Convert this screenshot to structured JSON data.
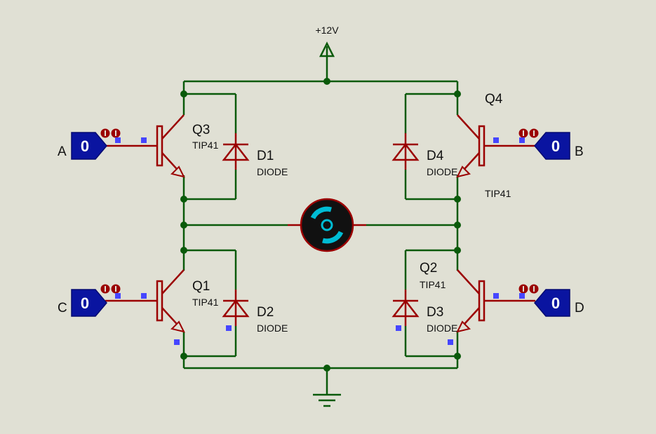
{
  "supply_label": "+12V",
  "transistors": [
    {
      "ref": "Q3",
      "value": "TIP41"
    },
    {
      "ref": "Q4",
      "value": "TIP41"
    },
    {
      "ref": "Q1",
      "value": "TIP41"
    },
    {
      "ref": "Q2",
      "value": "TIP41"
    }
  ],
  "diodes": [
    {
      "ref": "D1",
      "value": "DIODE"
    },
    {
      "ref": "D4",
      "value": "DIODE"
    },
    {
      "ref": "D2",
      "value": "DIODE"
    },
    {
      "ref": "D3",
      "value": "DIODE"
    }
  ],
  "inputs": [
    {
      "name": "A",
      "state": "0"
    },
    {
      "name": "B",
      "state": "0"
    },
    {
      "name": "C",
      "state": "0"
    },
    {
      "name": "D",
      "state": "0"
    }
  ],
  "colors": {
    "background": "#e0e0d4",
    "wire": "#0a5a0a",
    "component": "#9b0000",
    "probe": "#0a14a0",
    "pin_marker": "#4646ff",
    "motor_ring": "#00bcd4"
  }
}
